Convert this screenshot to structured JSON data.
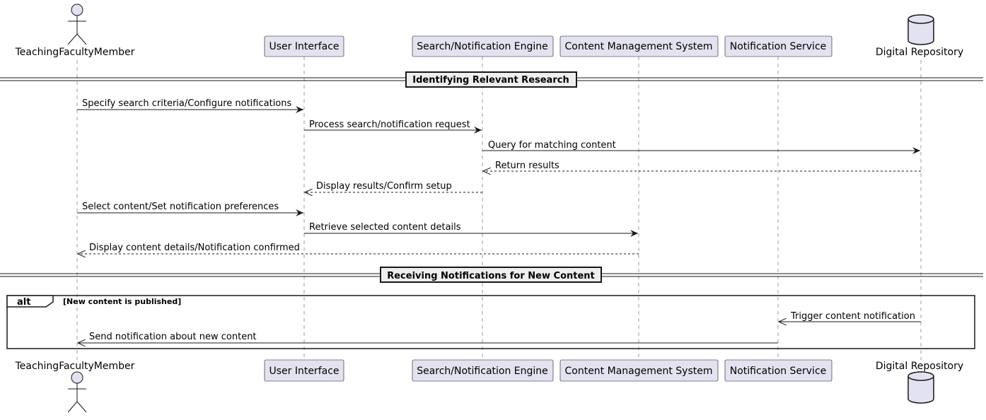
{
  "participants": [
    {
      "id": "faculty",
      "name": "TeachingFacultyMember",
      "kind": "actor"
    },
    {
      "id": "ui",
      "name": "User Interface",
      "kind": "participant"
    },
    {
      "id": "engine",
      "name": "Search/Notification Engine",
      "kind": "participant"
    },
    {
      "id": "cms",
      "name": "Content Management System",
      "kind": "participant"
    },
    {
      "id": "notif",
      "name": "Notification Service",
      "kind": "participant"
    },
    {
      "id": "repo",
      "name": "Digital Repository",
      "kind": "database"
    }
  ],
  "dividers": [
    {
      "label": "Identifying Relevant Research"
    },
    {
      "label": "Receiving Notifications for New Content"
    }
  ],
  "messages": [
    {
      "from": "faculty",
      "to": "ui",
      "label": "Specify search criteria/Configure notifications",
      "type": "sync"
    },
    {
      "from": "ui",
      "to": "engine",
      "label": "Process search/notification request",
      "type": "sync"
    },
    {
      "from": "engine",
      "to": "repo",
      "label": "Query for matching content",
      "type": "sync"
    },
    {
      "from": "repo",
      "to": "engine",
      "label": "Return results",
      "type": "return"
    },
    {
      "from": "engine",
      "to": "ui",
      "label": "Display results/Confirm setup",
      "type": "return"
    },
    {
      "from": "faculty",
      "to": "ui",
      "label": "Select content/Set notification preferences",
      "type": "sync"
    },
    {
      "from": "ui",
      "to": "cms",
      "label": "Retrieve selected content details",
      "type": "sync"
    },
    {
      "from": "cms",
      "to": "faculty",
      "label": "Display content details/Notification confirmed",
      "type": "return"
    },
    {
      "from": "repo",
      "to": "notif",
      "label": "Trigger content notification",
      "type": "sync"
    },
    {
      "from": "notif",
      "to": "faculty",
      "label": "Send notification about new content",
      "type": "sync"
    }
  ],
  "fragment": {
    "keyword": "alt",
    "guard": "[New content is published]"
  },
  "colors": {
    "participant_fill": "#e2e2f0",
    "border": "#181818",
    "lifeline": "#9e9e9e",
    "divider_fill": "#eeeeee"
  }
}
